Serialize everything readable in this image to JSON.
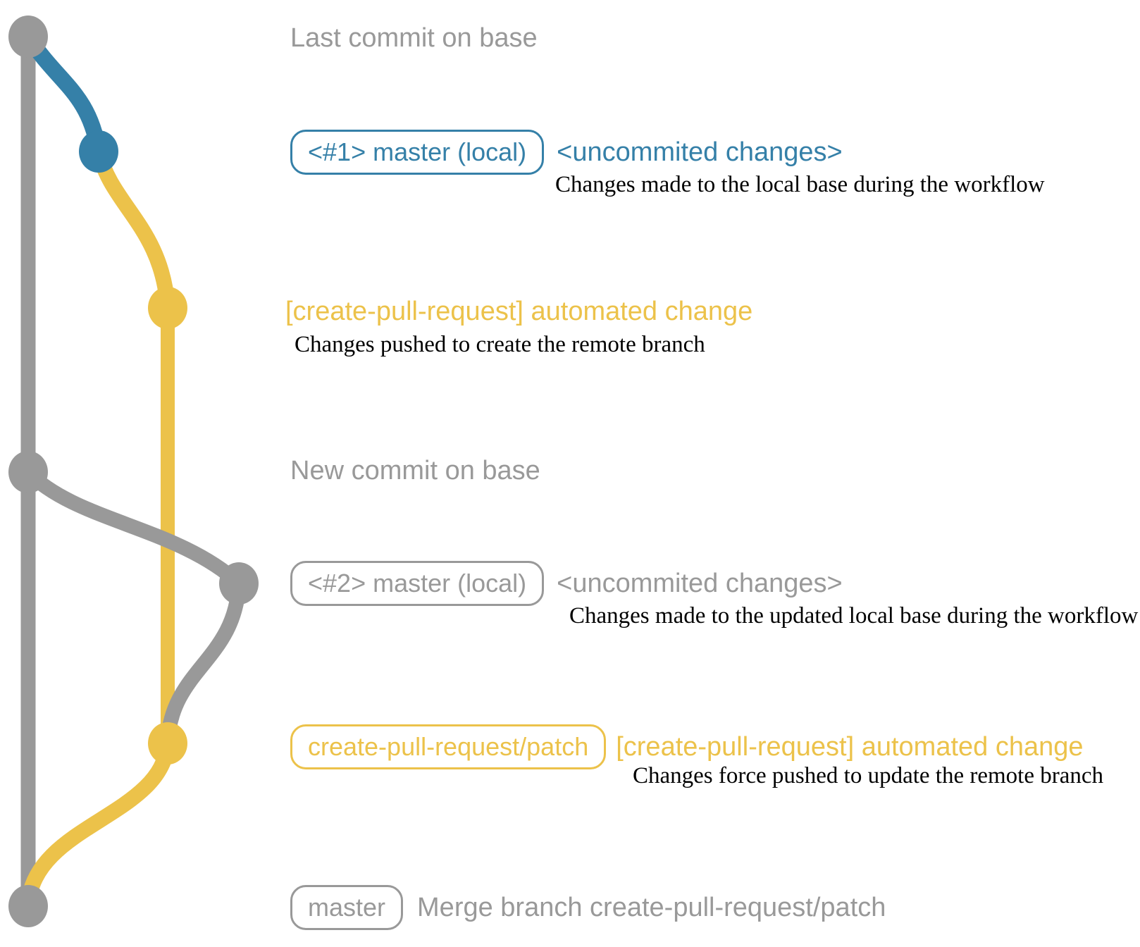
{
  "colors": {
    "gray": "#999999",
    "blue": "#3580a8",
    "yellow": "#ecc24a",
    "ink": "#000000"
  },
  "rows": {
    "last_commit": {
      "label": "Last commit on base"
    },
    "local1": {
      "badge": "<#1> master (local)",
      "annotation": "<uncommited changes>",
      "description": "Changes made to the local base during the workflow"
    },
    "push1": {
      "title": "[create-pull-request] automated change",
      "description": "Changes pushed to create the remote branch"
    },
    "new_commit": {
      "label": "New commit on base"
    },
    "local2": {
      "badge": "<#2> master (local)",
      "annotation": "<uncommited changes>",
      "description": "Changes made to the updated local base during the workflow"
    },
    "push2": {
      "badge": "create-pull-request/patch",
      "title": "[create-pull-request] automated change",
      "description": "Changes force pushed to update the remote branch"
    },
    "merge": {
      "badge": "master",
      "label": "Merge branch create-pull-request/patch"
    }
  }
}
